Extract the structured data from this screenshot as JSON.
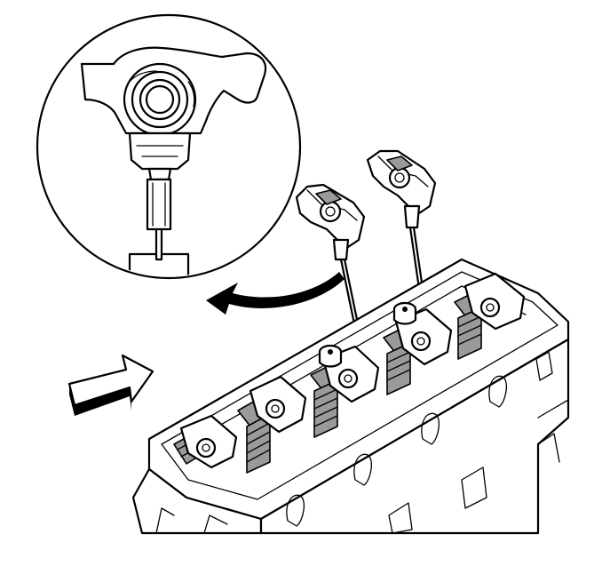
{
  "figure": {
    "colors": {
      "ink": "#000000",
      "paper": "#ffffff",
      "shade": "#9a9a9a"
    },
    "parts": [
      "detail-inset",
      "rocker-arm",
      "pushrod",
      "valve-lifter",
      "cylinder-head",
      "valve-spring",
      "rocker-arm-pivot-bolt",
      "callout-arrow",
      "view-direction-arrow"
    ]
  }
}
